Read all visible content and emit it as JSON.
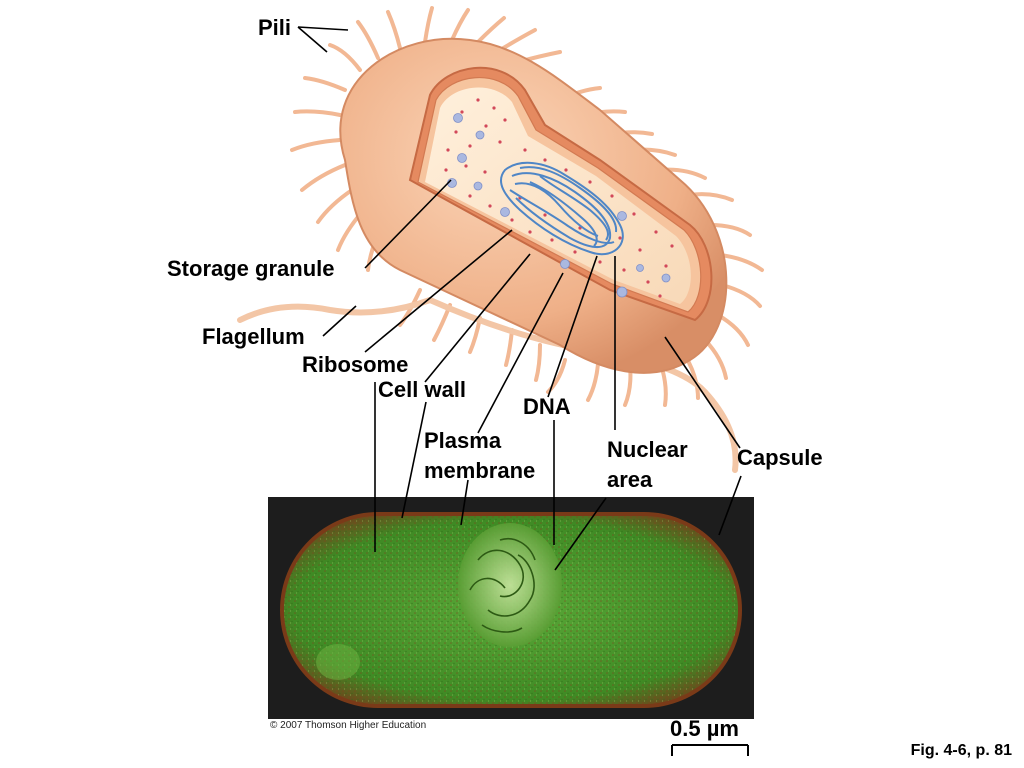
{
  "labels": {
    "pili": "Pili",
    "storage_granule": "Storage granule",
    "flagellum": "Flagellum",
    "ribosome": "Ribosome",
    "cell_wall": "Cell wall",
    "dna": "DNA",
    "plasma_membrane_line1": "Plasma",
    "plasma_membrane_line2": "membrane",
    "nuclear_area_line1": "Nuclear",
    "nuclear_area_line2": "area",
    "capsule": "Capsule"
  },
  "credit": "© 2007 Thomson Higher Education",
  "scale_bar": "0.5 µm",
  "figure_ref": "Fig. 4-6, p. 81",
  "colors": {
    "capsule": "#f0b48c",
    "cell_wall": "#e0825a",
    "cytoplasm": "#fbe3c6",
    "dna": "#4f86c6",
    "micrograph_bg": "#1d1d1d",
    "micrograph_cell": "#4c9a2c"
  }
}
